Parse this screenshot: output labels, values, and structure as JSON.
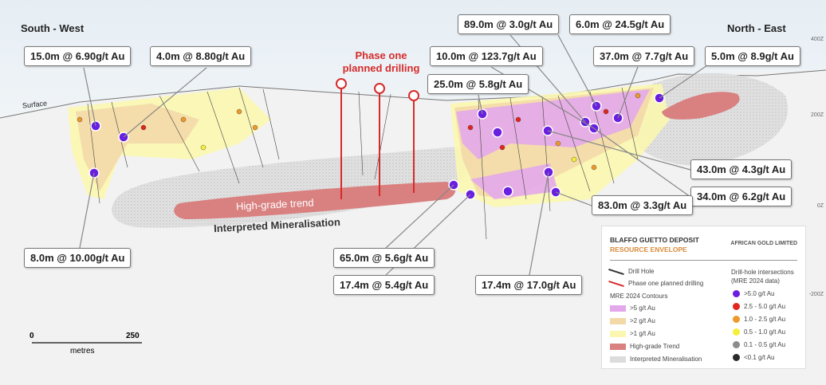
{
  "directions": {
    "left": "South - West",
    "right": "North - East"
  },
  "surface_label": "Surface",
  "phase_label": [
    "Phase one",
    "planned drilling"
  ],
  "trend_label": "High-grade trend",
  "mineral_label": "Interpreted Mineralisation",
  "elevation_ticks": [
    "400Z",
    "200Z",
    "0Z",
    "-200Z"
  ],
  "scale": {
    "start": "0",
    "end": "250",
    "unit": "metres"
  },
  "callouts": [
    "15.0m @ 6.90g/t Au",
    "4.0m @ 8.80g/t Au",
    "89.0m @ 3.0g/t Au",
    "6.0m @ 24.5g/t Au",
    "10.0m @ 123.7g/t Au",
    "37.0m @ 7.7g/t Au",
    "5.0m @ 8.9g/t Au",
    "25.0m @ 5.8g/t Au",
    "43.0m @ 4.3g/t Au",
    "34.0m @ 6.2g/t Au",
    "83.0m @ 3.3g/t Au",
    "8.0m @ 10.00g/t Au",
    "65.0m @ 5.6g/t Au",
    "17.4m @ 5.4g/t Au",
    "17.4m @ 17.0g/t Au"
  ],
  "legend": {
    "title": "BLAFFO GUETTO DEPOSIT",
    "subtitle": "RESOURCE ENVELOPE",
    "logo": "AFRICAN GOLD LIMITED",
    "lines": [
      {
        "label": "Drill Hole",
        "color": "#333333"
      },
      {
        "label": "Phase one planned drilling",
        "color": "#d62b2b"
      }
    ],
    "contours_title": "MRE 2024 Contours",
    "contours": [
      {
        "label": ">5 g/t Au",
        "color": "#e3a8ea"
      },
      {
        "label": ">2 g/t Au",
        "color": "#f3d9a8"
      },
      {
        "label": ">1 g/t Au",
        "color": "#fbf7b0"
      },
      {
        "label": "High-grade Trend",
        "color": "#d98080"
      },
      {
        "label": "Interpreted Mineralisation",
        "color": "#dcdcdc"
      }
    ],
    "intersections_title": [
      "Drill-hole intersections",
      "(MRE 2024 data)"
    ],
    "intersections": [
      {
        "label": ">5.0 g/t Au",
        "color": "#6a1fe0"
      },
      {
        "label": "2.5 - 5.0 g/t Au",
        "color": "#e0261e"
      },
      {
        "label": "1.0 - 2.5 g/t Au",
        "color": "#ee9a2a"
      },
      {
        "label": "0.5 - 1.0 g/t Au",
        "color": "#f6ef3a"
      },
      {
        "label": "0.1 - 0.5 g/t Au",
        "color": "#8c8c8c"
      },
      {
        "label": "<0.1 g/t Au",
        "color": "#2a2a2a"
      }
    ]
  }
}
